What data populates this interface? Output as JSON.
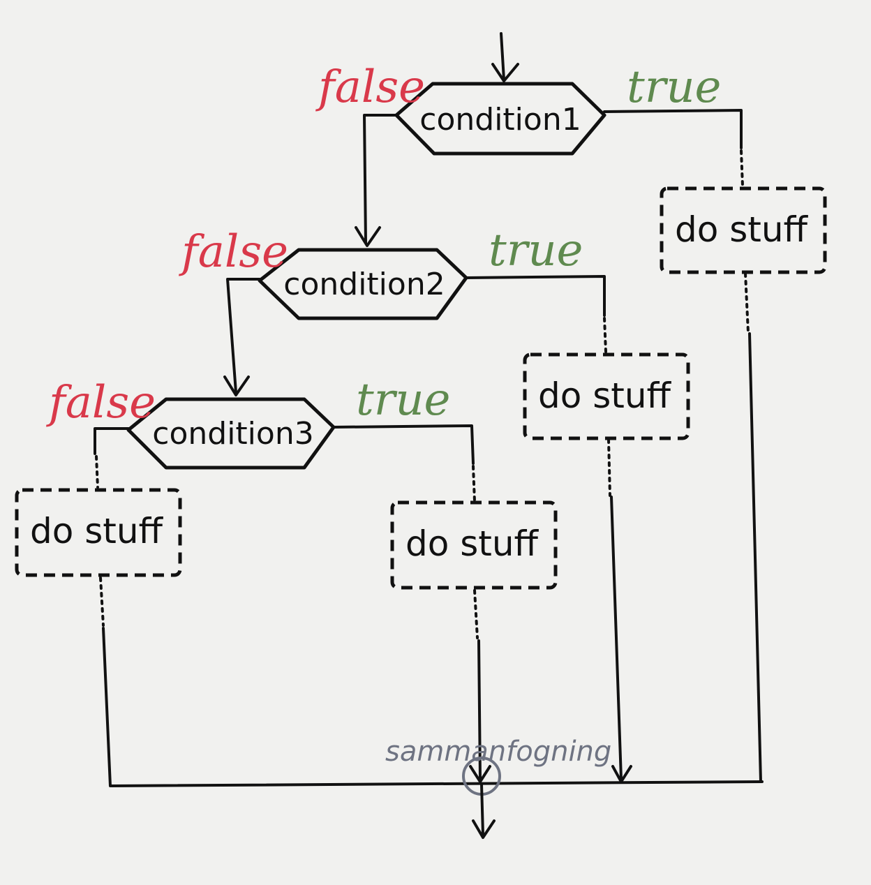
{
  "colors": {
    "background": "#f1f1ef",
    "ink": "#111111",
    "false_color": "#d9394a",
    "true_color": "#5f8a4f",
    "merge_color": "#6e7382"
  },
  "conditions": [
    {
      "label": "condition1"
    },
    {
      "label": "condition2"
    },
    {
      "label": "condition3"
    }
  ],
  "branch_labels": {
    "false": "false",
    "true": "true"
  },
  "action_boxes": [
    {
      "label": "do stuff"
    },
    {
      "label": "do stuff"
    },
    {
      "label": "do stuff"
    },
    {
      "label": "do stuff"
    }
  ],
  "merge": {
    "label": "sammanfogning"
  }
}
